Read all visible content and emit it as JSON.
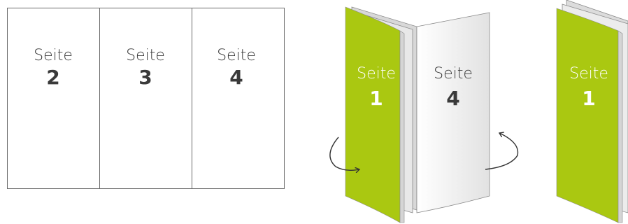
{
  "colors": {
    "cover_green": "#aac811",
    "cover_green_dark": "#8fab00",
    "page_white": "#ffffff",
    "page_shadow": "#e4e4e4",
    "outline": "#6a6a6a",
    "text_dark": "#3a3a3a",
    "text_light": "#ffffff"
  },
  "flat_sheet": {
    "panels": [
      {
        "word": "Seite",
        "number": "2"
      },
      {
        "word": "Seite",
        "number": "3"
      },
      {
        "word": "Seite",
        "number": "4"
      }
    ]
  },
  "folding_brochure": {
    "cover": {
      "word": "Seite",
      "number": "1"
    },
    "back_panel": {
      "word": "Seite",
      "number": "4"
    },
    "arrows": [
      "fold-arrow-left-icon",
      "fold-arrow-right-icon"
    ]
  },
  "closed_brochure": {
    "cover": {
      "word": "Seite",
      "number": "1"
    }
  }
}
